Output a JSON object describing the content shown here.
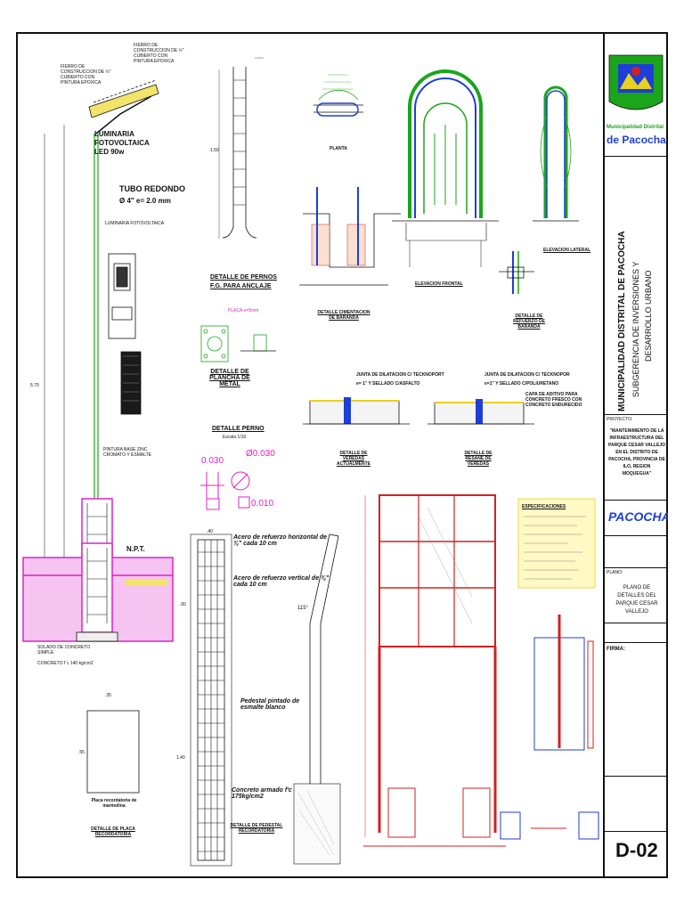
{
  "sheet_code": "D-02",
  "titleblock": {
    "logo_line1": "Municipalidad Distrital",
    "logo_line2": "de Pacocha",
    "org_line1": "MUNICIPALIDAD DISTRITAL DE PACOCHA",
    "org_line2": "SUBGERENCIA DE INVERSIONES Y",
    "org_line3": "DESARROLLO URBANO",
    "project_label": "PROYECTO:",
    "project_text": "\"MANTENIMIENTO DE LA INFRAESTRUCTURA DEL PARQUE CESAR VALLEJO EN EL DISTRITO DE PACOCHA, PROVINCIA DE ILO, REGION MOQUEGUA\"",
    "brand": "PACOCHA",
    "plan_label": "PLANO:",
    "plan_text": "PLANO DE DETALLES DEL PARQUE CESAR VALLEJO",
    "firma_label": "FIRMA:"
  },
  "labels": {
    "luminaria": "LUMINARIA FOTOVOLTAICA LED 90w",
    "tubo": "TUBO REDONDO",
    "tubo_dim": "Ø 4\" e= 2.0 mm",
    "luminaria_small": "LUMINARIA FOTOVOLTAICA",
    "fierro1": "FIERRO DE CONSTRUCCION DE ½\" CUBIERTO CON PINTURA EPOXICA",
    "fierro2": "FIERRO DE CONSTRUCCION DE ½\" CUBIERTO CON PINTURA EPOXICA",
    "pintura_base": "PINTURA BASE ZINC CROMATO Y ESMALTE",
    "npt": "N.P.T.",
    "solado": "SOLADO DE CONCRETO SIMPLE",
    "concreto_base": "CONCRETO f´c 140 kg/cm2",
    "det_pernos": "DETALLE DE PERNOS",
    "fg_anclaje": "F.G. PARA ANCLAJE",
    "det_plancha": "DETALLE DE PLANCHA DE METAL",
    "det_perno": "DETALLE PERNO",
    "escala": "Escala 1/10",
    "planta": "PLANTA",
    "det_cimentacion": "DETALLE CIMENTACION DE BARANDA",
    "elev_frontal": "ELEVACION FRONTAL",
    "elev_lateral": "ELEVACION LATERAL",
    "det_refuerzo": "DETALLE DE REFUERZO DE BARANDA",
    "junta1": "JUNTA DE DILATACION C/ TECKNOPORT",
    "sellado1": "e= 1\" Y SELLADO C/ASFALTO",
    "junta2": "JUNTA DE DILATACION C/ TECKNOPOR",
    "sellado2": "e=1\" Y SELLADO C/POLIURETANO",
    "capa_aditivo": "CAPA DE ADITIVO PARA CONCRETO FRESCO CON CONCRETO ENDURECIDO",
    "det_veredas": "DETALLE DE VEREDAS ACTUALMENTE",
    "det_resane": "DETALLE DE RESANE DE VEREDAS",
    "dim_030": "0.030",
    "dim_o030": "Ø0.030",
    "dim_010": "0.010",
    "placa_text": "PLACA e=5mm",
    "acero_h": "Acero de refuerzo horizontal de ⅜\" cada 10 cm",
    "acero_v": "Acero de refuerzo vertical de ⅜\" cada 10 cm",
    "pedestal": "Pedestal pintado de esmalte blanco",
    "concreto": "Concreto armado f'c 175kg/cm2",
    "angle": "115°",
    "det_pedestal": "DETALLE DE PEDESTAL RECORDATORIA",
    "placa_rec": "Placa recordatoria de marmolina",
    "det_placa": "DETALLE DE PLACA RECORDATORIA",
    "dim_35": ".35",
    "dim_55": ".55",
    "dim_40": ".40",
    "dim_60": ".60",
    "dim_140": "1.40",
    "dim_150": "1.50",
    "dim_570": "5.70",
    "especificaciones": "ESPECIFICACIONES"
  },
  "colors": {
    "line": "#111111",
    "blue": "#1d3fd6",
    "green": "#1aa51a",
    "magenta": "#e020c8",
    "red": "#d42020",
    "yellow": "#e8d020",
    "pink_fill": "#f5c4f0"
  }
}
